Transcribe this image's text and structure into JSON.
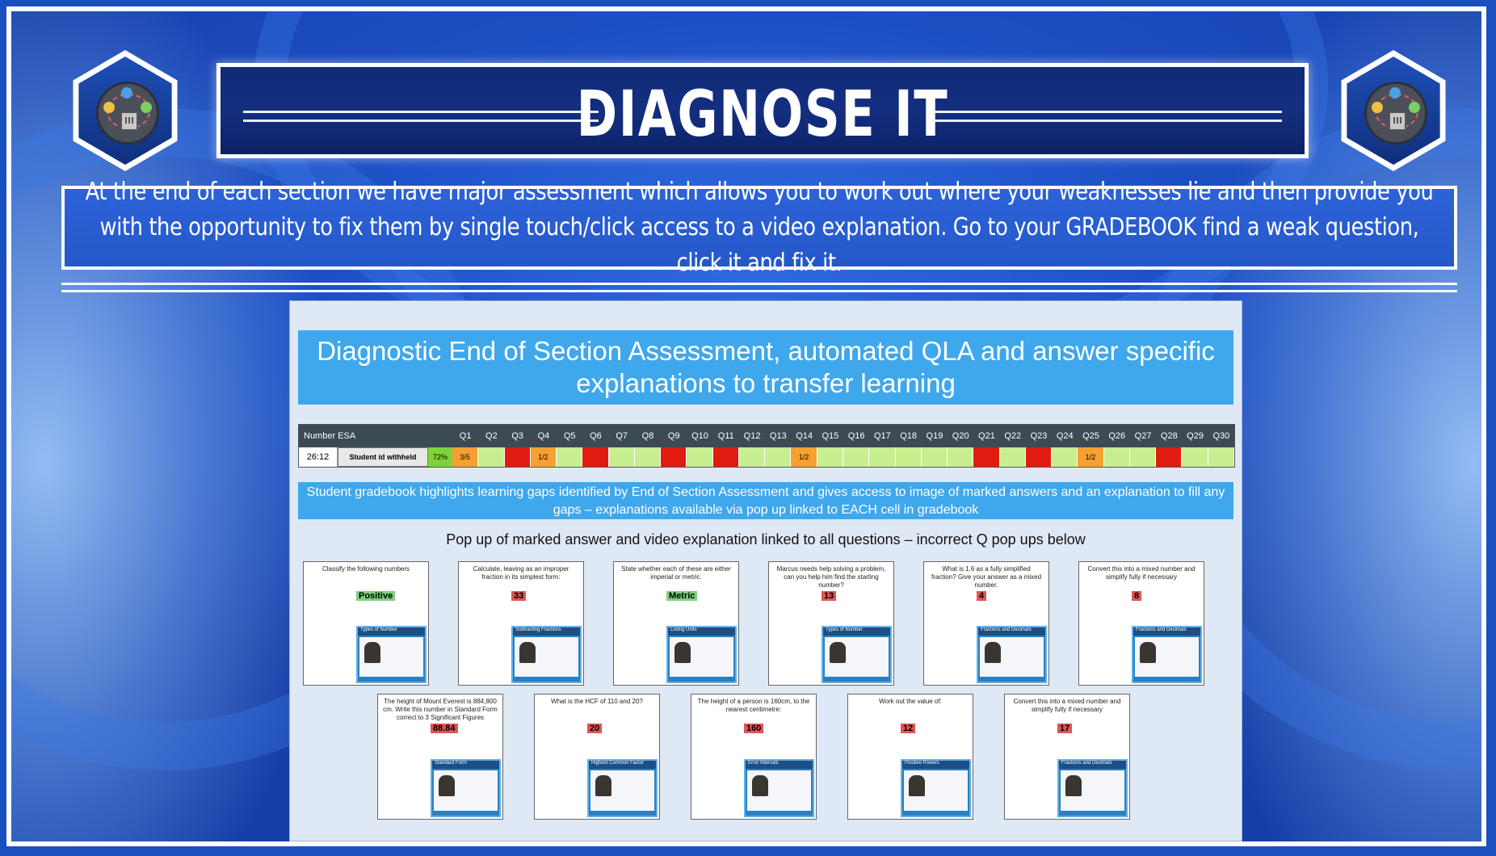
{
  "header": {
    "title": "DIAGNOSE IT"
  },
  "description": "At the end of each section we have major assessment which allows you to work out where your weaknesses lie and then provide you with the opportunity to fix them by single touch/click access to a video explanation. Go to your GRADEBOOK find a weak question, click it and fix it.",
  "panel": {
    "heading": "Diagnostic End of Section Assessment, automated QLA and answer specific explanations to transfer learning",
    "gradebook": {
      "label": "Number ESA",
      "time": "26:12",
      "student": "Student id withheld",
      "score": "72%",
      "questions": [
        "Q1",
        "Q2",
        "Q3",
        "Q4",
        "Q5",
        "Q6",
        "Q7",
        "Q8",
        "Q9",
        "Q10",
        "Q11",
        "Q12",
        "Q13",
        "Q14",
        "Q15",
        "Q16",
        "Q17",
        "Q18",
        "Q19",
        "Q20",
        "Q21",
        "Q22",
        "Q23",
        "Q24",
        "Q25",
        "Q26",
        "Q27",
        "Q28",
        "Q29",
        "Q30"
      ],
      "cells": [
        "3/5",
        "",
        "",
        "1/2",
        "",
        "",
        "",
        "",
        "",
        "",
        "",
        "",
        "",
        "1/2",
        "",
        "",
        "",
        "",
        "",
        "",
        "",
        "",
        "",
        "",
        "1/2",
        "",
        "",
        "",
        "",
        ""
      ],
      "status": [
        "partial",
        "ok",
        "wrong",
        "partial",
        "ok",
        "wrong",
        "ok",
        "ok",
        "wrong",
        "ok",
        "wrong",
        "ok",
        "ok",
        "partial",
        "ok",
        "ok",
        "ok",
        "ok",
        "ok",
        "ok",
        "wrong",
        "ok",
        "wrong",
        "ok",
        "partial",
        "ok",
        "ok",
        "wrong",
        "ok",
        "ok"
      ],
      "colors": {
        "ok": "#c7ef8f",
        "wrong": "#e01b0f",
        "partial": "#f5a030",
        "score": "#7fd23a"
      }
    },
    "subheading": "Student gradebook highlights learning gaps identified by End of Section Assessment and gives access to image of marked answers and an explanation to fill any gaps – explanations available via pop up linked to EACH cell in gradebook",
    "popup_caption": "Pop up of marked answer and video explanation linked to all questions – incorrect Q pop ups below",
    "thumbs_top": [
      {
        "q": "Classify the following numbers",
        "mark": "Positive",
        "video": "Types of Number"
      },
      {
        "q": "Calculate, leaving as an improper fraction in its simplest form:",
        "mark": "33",
        "video": "Subtracting Fractions"
      },
      {
        "q": "State whether each of these are either imperial or metric.",
        "mark": "Metric",
        "video": "Listing Units"
      },
      {
        "q": "Marcus needs help solving a problem, can you help him find the starting number?",
        "mark": "13",
        "video": "Types of Number"
      },
      {
        "q": "What is 1.6 as a fully simplified fraction? Give your answer as a mixed number.",
        "mark": "4",
        "video": "Fractions and Decimals"
      },
      {
        "q": "Convert this into a mixed number and simplify fully if necessary",
        "mark": "8",
        "video": "Fractions and Decimals"
      }
    ],
    "thumbs_bottom": [
      {
        "q": "The height of Mount Everest is 884,800 cm. Write this number in Standard Form correct to 3 Significant Figures",
        "mark": "88.84",
        "video": "Standard Form"
      },
      {
        "q": "What is the HCF of 110 and 20?",
        "mark": "20",
        "video": "Highest Common Factor"
      },
      {
        "q": "The height of a person is 160cm, to the nearest centimetre:",
        "mark": "160",
        "video": "Error Intervals"
      },
      {
        "q": "Work out the value of:",
        "mark": "12",
        "video": "Positive Powers"
      },
      {
        "q": "Convert this into a mixed number and simplify fully if necessary",
        "mark": "17",
        "video": "Fractions and Decimals"
      }
    ]
  }
}
